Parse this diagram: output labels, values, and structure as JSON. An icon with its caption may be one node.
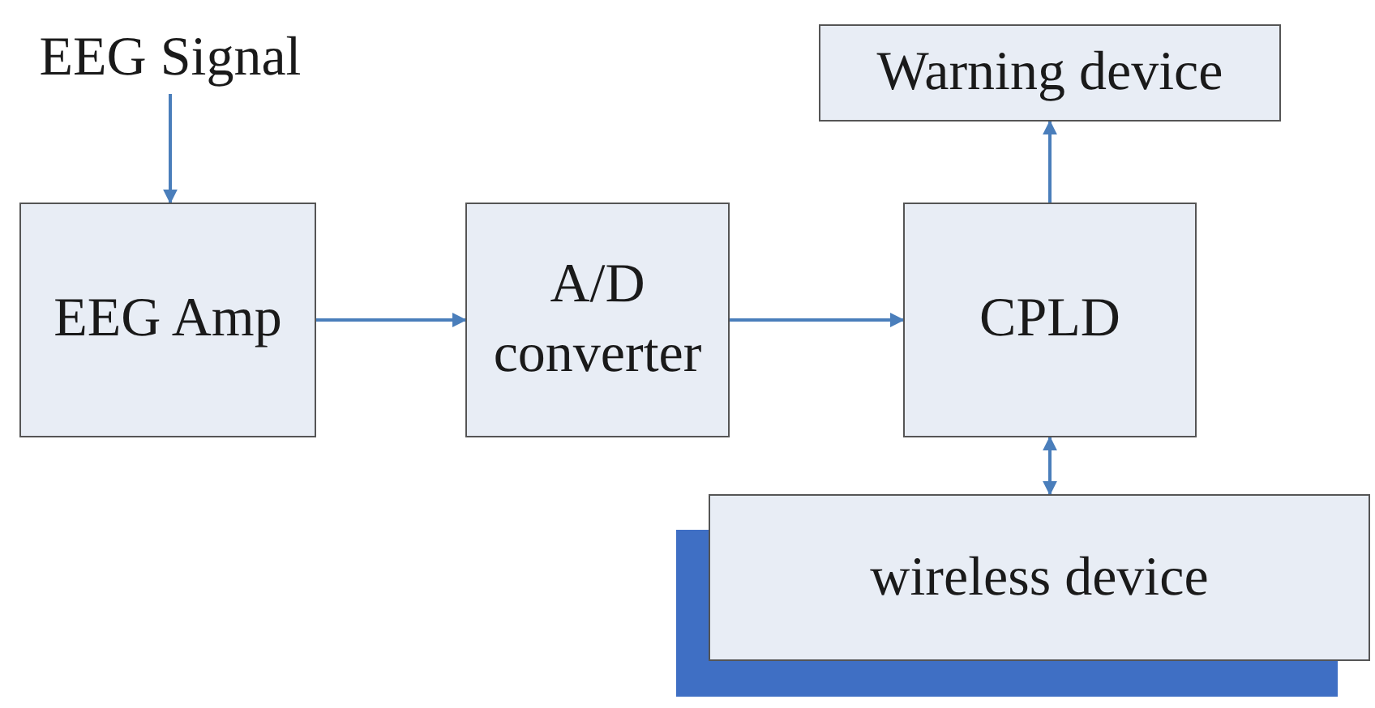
{
  "diagram": {
    "nodes": [
      {
        "text": [
          "EEG Signal"
        ]
      },
      {
        "text": [
          "EEG Amp"
        ]
      },
      {
        "text": [
          "A/D converter"
        ]
      },
      {
        "text": [
          "CPLD"
        ]
      },
      {
        "text": [
          "Warning device"
        ]
      },
      {
        "text": [
          "wireless device"
        ]
      }
    ],
    "edges": [
      {
        "from": 0,
        "to": 1,
        "arrow": "to"
      },
      {
        "from": 1,
        "to": 2,
        "arrow": "to"
      },
      {
        "from": 2,
        "to": 3,
        "arrow": "to"
      },
      {
        "from": 3,
        "to": 4,
        "arrow": "to"
      },
      {
        "from": 3,
        "to": 5,
        "arrow": "both"
      }
    ]
  }
}
